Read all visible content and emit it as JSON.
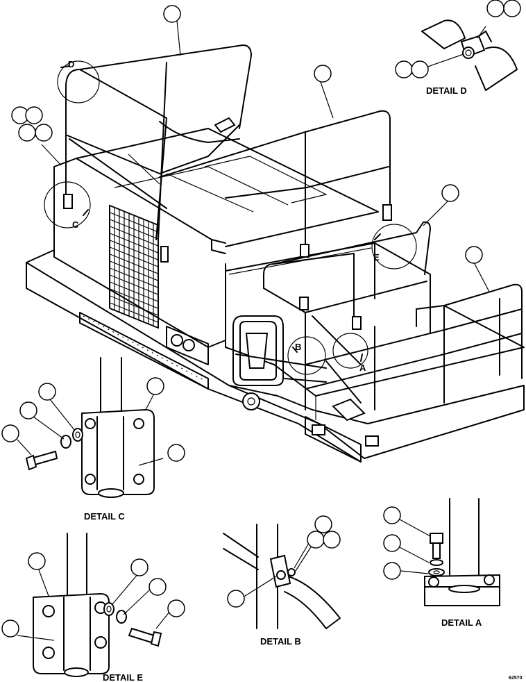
{
  "drawing": {
    "detail_labels": {
      "detail_a": "DETAIL A",
      "detail_b": "DETAIL B",
      "detail_c": "DETAIL C",
      "detail_d": "DETAIL D",
      "detail_e": "DETAIL E"
    },
    "view_markers": {
      "a": "A",
      "b": "B",
      "c": "C",
      "d": "D",
      "e": "E"
    },
    "figure_number": "62570"
  }
}
